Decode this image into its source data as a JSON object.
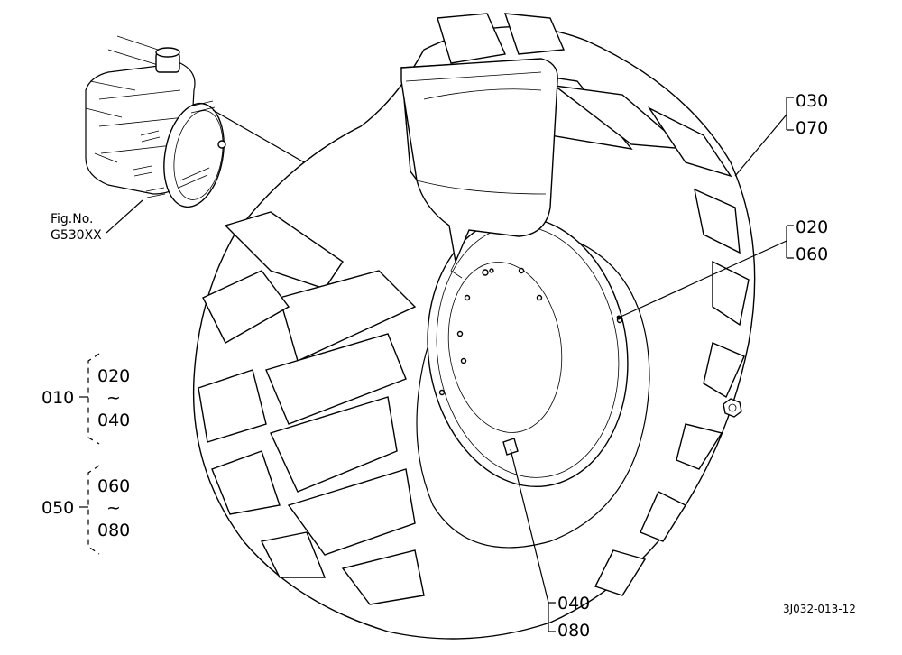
{
  "figure_ref": {
    "line1": "Fig.No.",
    "line2": "G530XX"
  },
  "callouts": {
    "tire_top": "030",
    "tire_bottom": "070",
    "rim_top": "020",
    "rim_bottom": "060",
    "valve_top": "040",
    "valve_bottom": "080"
  },
  "groups": [
    {
      "id": "010",
      "items": [
        "020",
        "~",
        "040"
      ]
    },
    {
      "id": "050",
      "items": [
        "060",
        "~",
        "080"
      ]
    }
  ],
  "drawing_number": "3J032-013-12"
}
